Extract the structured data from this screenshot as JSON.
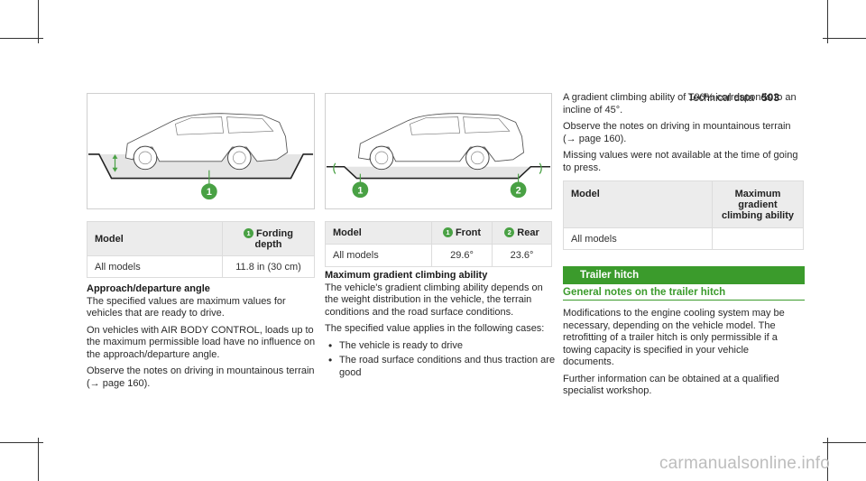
{
  "header": {
    "section": "Technical data",
    "page": "503"
  },
  "figures": [
    {
      "badges": [
        "1"
      ]
    },
    {
      "badges": [
        "1",
        "2"
      ]
    }
  ],
  "table1": {
    "col1": "Model",
    "col2_badge": "1",
    "col2": "Fording depth",
    "row_model": "All models",
    "row_value": "11.8 in (30 cm)"
  },
  "col1_text": {
    "heading": "Approach/departure angle",
    "p1": "The specified values are maximum values for vehicles that are ready to drive.",
    "p2": "On vehicles with AIR BODY CONTROL, loads up to the maximum permissible load have no influence on the approach/departure angle.",
    "p3": "Observe the notes on driving in mountainous terrain (→ page 160)."
  },
  "table2": {
    "col1": "Model",
    "col2_badge": "1",
    "col2": "Front",
    "col3_badge": "2",
    "col3": "Rear",
    "row_model": "All models",
    "row_front": "29.6°",
    "row_rear": "23.6°"
  },
  "col2_text": {
    "heading": "Maximum gradient climbing ability",
    "p1": "The vehicle's gradient climbing ability depends on the weight distribution in the vehicle, the terrain conditions and the road surface conditions.",
    "p2": "The specified value applies in the following cases:",
    "bullets": [
      "The vehicle is ready to drive",
      "The road surface conditions and thus traction are good"
    ]
  },
  "col3_text": {
    "p1": "A gradient climbing ability of 100% corresponds to an incline of 45°.",
    "p2": "Observe the notes on driving in mountainous terrain (→ page 160).",
    "p3": "Missing values were not available at the time of going to press."
  },
  "table3": {
    "col1": "Model",
    "col2": "Maximum gradient climbing ability",
    "row_model": "All models",
    "row_value": ""
  },
  "trailer": {
    "bar": "Trailer hitch",
    "subhead": "General notes on the trailer hitch",
    "p1": "Modifications to the engine cooling system may be necessary, depending on the vehicle model. The retrofitting of a trailer hitch is only permissible if a towing capacity is specified in your vehicle documents.",
    "p2": "Further information can be obtained at a qualified specialist workshop."
  },
  "watermark": "carmanualsonline.info",
  "colors": {
    "accent": "#3b9b2c",
    "badge": "#49a144",
    "table_head": "#ececec"
  }
}
